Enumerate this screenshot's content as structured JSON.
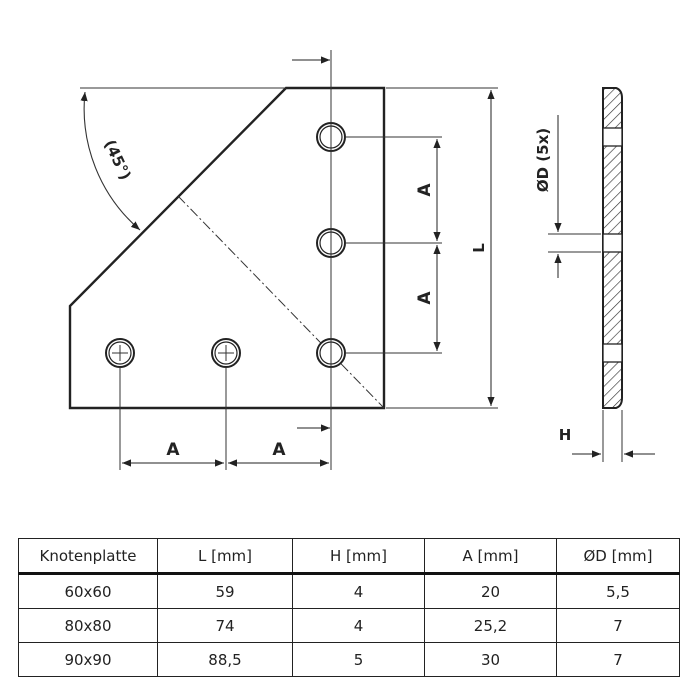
{
  "drawing": {
    "angle_label": "(45°)",
    "dim_A": "A",
    "dim_L": "L",
    "dim_H": "H",
    "dim_D": "ØD (5x)"
  },
  "table": {
    "headers": [
      "Knotenplatte",
      "L [mm]",
      "H [mm]",
      "A [mm]",
      "ØD [mm]"
    ],
    "rows": [
      [
        "60x60",
        "59",
        "4",
        "20",
        "5,5"
      ],
      [
        "80x80",
        "74",
        "4",
        "25,2",
        "7"
      ],
      [
        "90x90",
        "88,5",
        "5",
        "30",
        "7"
      ]
    ]
  }
}
